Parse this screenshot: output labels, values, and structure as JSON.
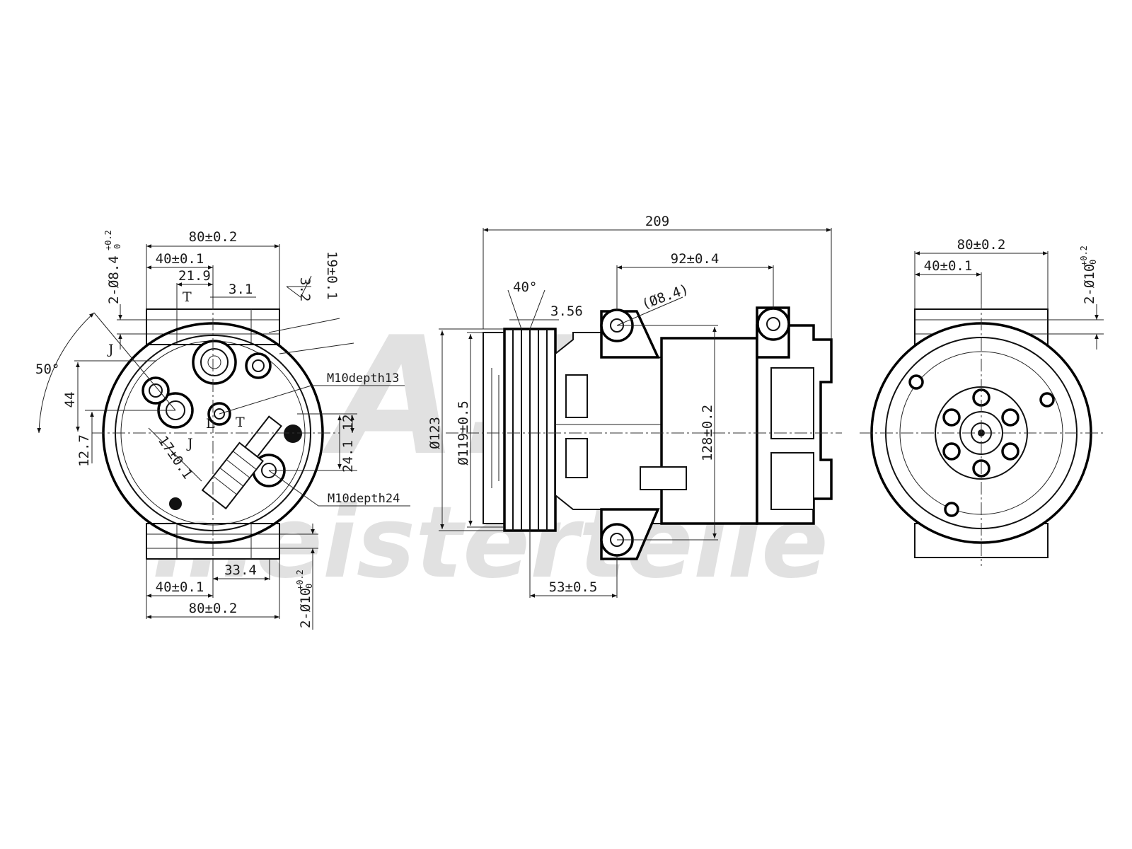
{
  "watermark": {
    "brand": "A.Z.",
    "name": "meisterteile"
  },
  "left_view": {
    "dims": {
      "width_top": "80±0.2",
      "half_width_top": "40±0.1",
      "offset_21_9": "21.9",
      "offset_3_1": "3.1",
      "hole_top": "2-Ø8.4",
      "hole_top_tol_upper": "+0.2",
      "hole_top_tol_lower": "0",
      "angle_50": "50°",
      "height_44": "44",
      "height_12_7": "12.7",
      "radius_17": "17±0.1",
      "radius_19": "19±0.1",
      "surface_3_2": "3.2",
      "height_24_1": "24.1",
      "height_12": "12",
      "width_33_4": "33.4",
      "half_width_bottom": "40±0.1",
      "width_bottom": "80±0.2",
      "hole_bottom": "2-Ø10",
      "hole_bottom_tol_upper": "+0.2",
      "hole_bottom_tol_lower": "0"
    },
    "callouts": {
      "thread_13": "M10depth13",
      "thread_24": "M10depth24"
    },
    "labels": {
      "t1": "T",
      "t2": "T",
      "j1": "J",
      "j2": "J",
      "l1": "L"
    }
  },
  "side_view": {
    "dims": {
      "overall_length": "209",
      "mount_spacing": "92±0.4",
      "hole_dia": "(Ø8.4)",
      "groove_angle": "40°",
      "groove_pitch": "3.56",
      "pulley_outer": "Ø123",
      "pulley_inner": "Ø119±0.5",
      "mount_height": "128±0.2",
      "pulley_offset": "53±0.5"
    }
  },
  "right_view": {
    "dims": {
      "width": "80±0.2",
      "half_width": "40±0.1",
      "hole": "2-Ø10",
      "hole_tol_upper": "+0.2",
      "hole_tol_lower": "0"
    }
  }
}
